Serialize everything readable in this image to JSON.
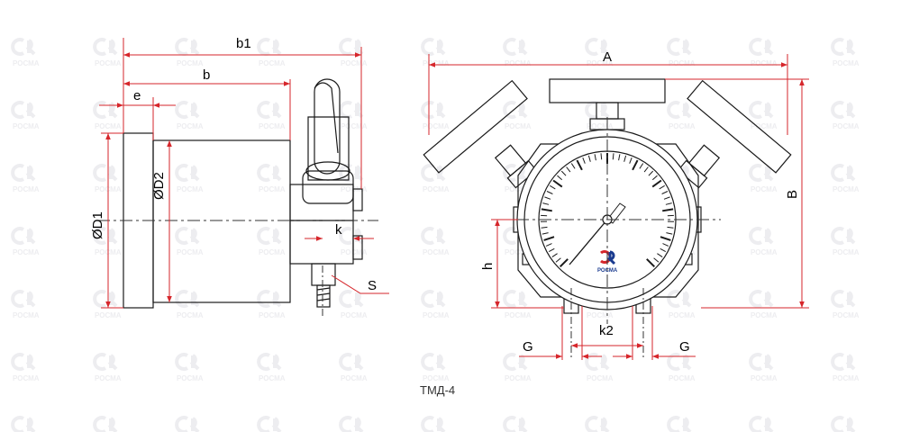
{
  "watermark": {
    "text": "РОСМА"
  },
  "caption": "ТМД-4",
  "side_view": {
    "labels": {
      "b1": "b1",
      "b": "b",
      "e": "e",
      "D1": "ØD1",
      "D2": "ØD2",
      "k": "k",
      "S": "S"
    }
  },
  "front_view": {
    "labels": {
      "A": "A",
      "B": "B",
      "h": "h",
      "k2": "k2",
      "G_left": "G",
      "G_right": "G"
    },
    "gauge_logo_text": "РОСМА"
  },
  "colors": {
    "dimension": "#d6262b",
    "outline": "#1a1a1a",
    "watermark": "#ededf0",
    "logo_red": "#d6262b",
    "logo_blue": "#1a3b8f"
  }
}
